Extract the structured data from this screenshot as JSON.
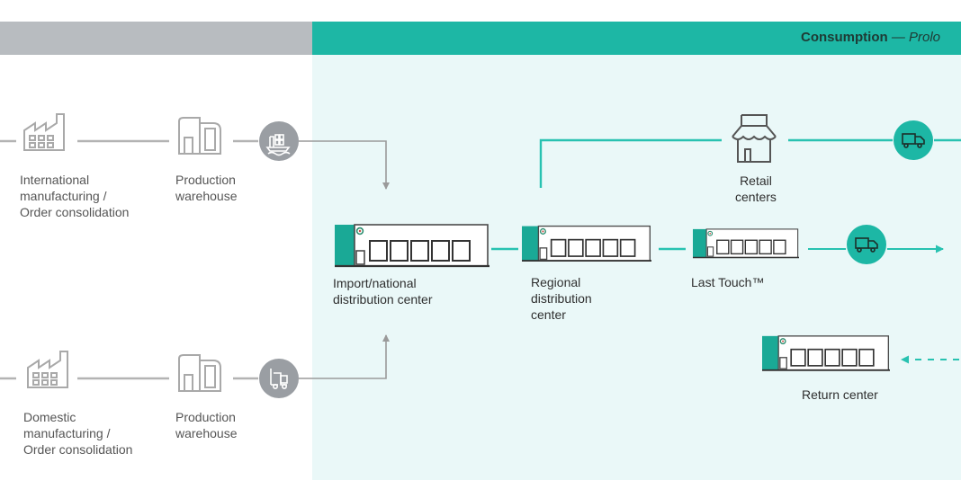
{
  "header": {
    "consumption_title": "Consumption",
    "consumption_subtitle": "— Prolo"
  },
  "nodes": {
    "international_manufacturing": "International\nmanufacturing /\nOrder consolidation",
    "production_warehouse_top": "Production\nwarehouse",
    "domestic_manufacturing": "Domestic\nmanufacturing /\nOrder consolidation",
    "production_warehouse_bottom": "Production\nwarehouse",
    "import_national_dc": "Import/national\ndistribution center",
    "regional_dc": "Regional\ndistribution\ncenter",
    "last_touch": "Last Touch™",
    "retail_centers": "Retail\ncenters",
    "return_center": "Return center"
  },
  "icons": {
    "factory": "factory-icon",
    "warehouse": "warehouse-icon",
    "ship": "ship-icon",
    "forklift": "forklift-icon",
    "distribution_center": "distribution-center-icon",
    "store": "store-icon",
    "truck": "truck-icon"
  },
  "colors": {
    "production_band": "#b8bcc0",
    "consumption_band": "#1db7a5",
    "consumption_background": "#eaf8f8",
    "gray_line": "#b3b3b3",
    "teal_line": "#28c2b1",
    "gray_circle": "#9a9ea3",
    "teal_circle": "#1db7a5"
  }
}
